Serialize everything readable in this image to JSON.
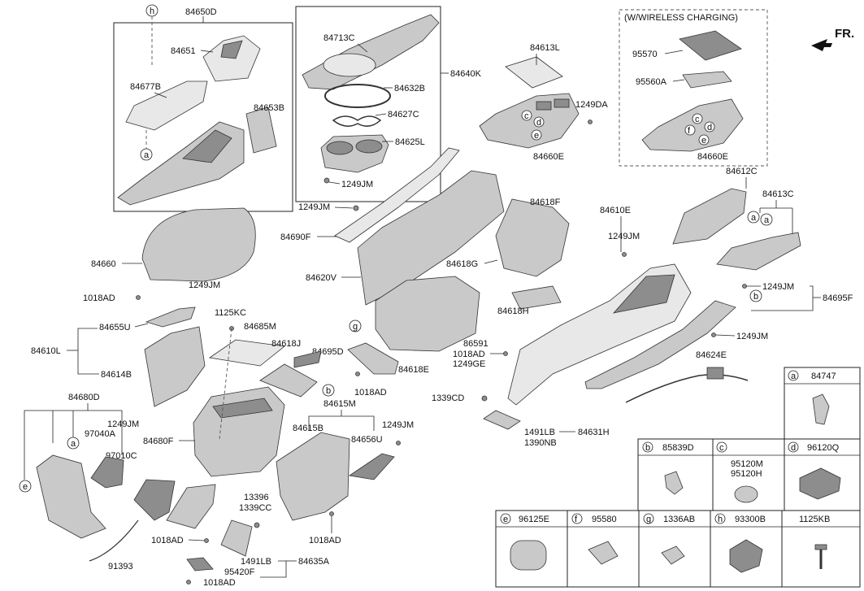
{
  "orientation_label": "FR.",
  "wireless_box_title": "(W/WIRELESS CHARGING)",
  "callouts": {
    "a": "a",
    "b": "b",
    "c": "c",
    "d": "d",
    "e": "e",
    "f": "f",
    "g": "g",
    "h": "h"
  },
  "labels": {
    "l84650D": "84650D",
    "l84651": "84651",
    "l84677B": "84677B",
    "l84653B": "84653B",
    "l84713C": "84713C",
    "l84632B": "84632B",
    "l84627C": "84627C",
    "l84625L": "84625L",
    "l1249JM_cup": "1249JM",
    "l84640K": "84640K",
    "l84613L": "84613L",
    "l1249DA": "1249DA",
    "l84660E_a": "84660E",
    "l95570": "95570",
    "l95560A": "95560A",
    "l84660E_b": "84660E",
    "l1249JM_a": "1249JM",
    "l84690F": "84690F",
    "l84620V": "84620V",
    "l84618F": "84618F",
    "l84618G": "84618G",
    "l84618H": "84618H",
    "l84612C": "84612C",
    "l84613C": "84613C",
    "l84610E": "84610E",
    "l1249JM_b": "1249JM",
    "l1249JM_c": "1249JM",
    "l84695F": "84695F",
    "l1249JM_d": "1249JM",
    "l84624E": "84624E",
    "l84660": "84660",
    "l1018AD_a": "1018AD",
    "l1249JM_e": "1249JM",
    "l1125KC": "1125KC",
    "l84685M": "84685M",
    "l84618J": "84618J",
    "l84695D": "84695D",
    "l84610L": "84610L",
    "l84655U": "84655U",
    "l84614B": "84614B",
    "l84618E": "84618E",
    "l1018AD_b": "1018AD",
    "l86591": "86591",
    "l1018AD_c": "1018AD",
    "l1249GE": "1249GE",
    "l1339CD": "1339CD",
    "l1491LB_a": "1491LB",
    "l84631H": "84631H",
    "l1390NB": "1390NB",
    "l84680D": "84680D",
    "l1249JM_f": "1249JM",
    "l97040A": "97040A",
    "l97010C": "97010C",
    "l84680F": "84680F",
    "l84615M": "84615M",
    "l84615B": "84615B",
    "l84656U": "84656U",
    "l1249JM_g": "1249JM",
    "l13396": "13396",
    "l1339CC": "1339CC",
    "l1018AD_d": "1018AD",
    "l1018AD_e": "1018AD",
    "l91393": "91393",
    "l1491LB_b": "1491LB",
    "l95420F": "95420F",
    "l1018AD_f": "1018AD",
    "l84635A": "84635A"
  },
  "legend_cells": [
    {
      "letter": "a",
      "part": "84747"
    },
    {
      "letter": "b",
      "part": "85839D"
    },
    {
      "letter": "c",
      "part": "95120M",
      "part2": "95120H"
    },
    {
      "letter": "d",
      "part": "96120Q"
    },
    {
      "letter": "e",
      "part": "96125E"
    },
    {
      "letter": "f",
      "part": "95580"
    },
    {
      "letter": "g",
      "part": "1336AB"
    },
    {
      "letter": "h",
      "part": "93300B"
    },
    {
      "letter": "",
      "part": "1125KB"
    }
  ]
}
